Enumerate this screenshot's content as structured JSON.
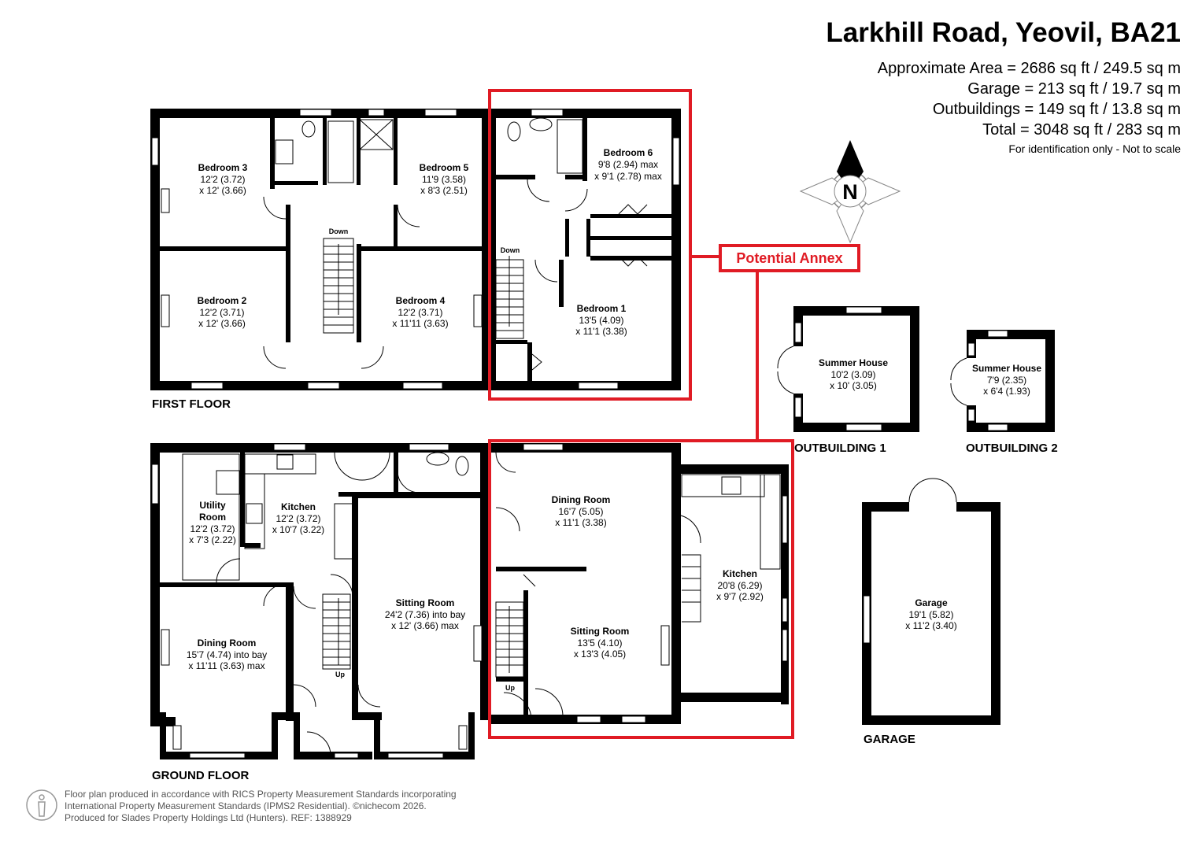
{
  "property": {
    "title": "Larkhill Road, Yeovil, BA21",
    "areas": [
      "Approximate Area = 2686 sq ft / 249.5 sq m",
      "Garage = 213 sq ft / 19.7 sq m",
      "Outbuildings = 149 sq ft / 13.8 sq m",
      "Total = 3048 sq ft / 283 sq m"
    ],
    "disclaimer": "For identification only - Not to scale"
  },
  "compass": {
    "letter": "N",
    "icon": "compass-icon"
  },
  "annex": {
    "label": "Potential Annex",
    "color": "#e01b24"
  },
  "floors": {
    "first_floor": "FIRST FLOOR",
    "ground_floor": "GROUND FLOOR",
    "outbuilding1": "OUTBUILDING 1",
    "outbuilding2": "OUTBUILDING 2",
    "garage": "GARAGE"
  },
  "rooms": {
    "bedroom3": {
      "name": "Bedroom 3",
      "dim1": "12'2 (3.72)",
      "dim2": "x 12' (3.66)"
    },
    "bedroom5": {
      "name": "Bedroom 5",
      "dim1": "11'9 (3.58)",
      "dim2": "x 8'3 (2.51)"
    },
    "bedroom2": {
      "name": "Bedroom 2",
      "dim1": "12'2 (3.71)",
      "dim2": "x 12' (3.66)"
    },
    "bedroom4": {
      "name": "Bedroom 4",
      "dim1": "12'2 (3.71)",
      "dim2": "x 11'11 (3.63)"
    },
    "bedroom6": {
      "name": "Bedroom 6",
      "dim1": "9'8 (2.94) max",
      "dim2": "x 9'1 (2.78) max"
    },
    "bedroom1": {
      "name": "Bedroom 1",
      "dim1": "13'5 (4.09)",
      "dim2": "x 11'1 (3.38)"
    },
    "summerhouse1": {
      "name": "Summer House",
      "dim1": "10'2 (3.09)",
      "dim2": "x 10' (3.05)"
    },
    "summerhouse2": {
      "name": "Summer House",
      "dim1": "7'9 (2.35)",
      "dim2": "x 6'4 (1.93)"
    },
    "utility": {
      "name1": "Utility",
      "name2": "Room",
      "dim1": "12'2 (3.72)",
      "dim2": "x 7'3 (2.22)"
    },
    "kitchen_main": {
      "name": "Kitchen",
      "dim1": "12'2 (3.72)",
      "dim2": "x 10'7 (3.22)"
    },
    "dining_main": {
      "name": "Dining Room",
      "dim1": "15'7 (4.74) into bay",
      "dim2": "x 11'11 (3.63) max"
    },
    "sitting_main": {
      "name": "Sitting Room",
      "dim1": "24'2 (7.36) into bay",
      "dim2": "x 12' (3.66) max"
    },
    "dining_annex": {
      "name": "Dining Room",
      "dim1": "16'7 (5.05)",
      "dim2": "x 11'1 (3.38)"
    },
    "sitting_annex": {
      "name": "Sitting Room",
      "dim1": "13'5 (4.10)",
      "dim2": "x 13'3 (4.05)"
    },
    "kitchen_annex": {
      "name": "Kitchen",
      "dim1": "20'8 (6.29)",
      "dim2": "x 9'7 (2.92)"
    },
    "garage": {
      "name": "Garage",
      "dim1": "19'1 (5.82)",
      "dim2": "x 11'2 (3.40)"
    }
  },
  "stairs": {
    "down": "Down",
    "up": "Up"
  },
  "footer": {
    "line1": "Floor plan produced in accordance with RICS Property Measurement Standards incorporating",
    "line2": "International Property Measurement Standards (IPMS2 Residential).  ©nichecom 2026.",
    "line3": "Produced for Slades Property Holdings Ltd (Hunters).   REF:  1388929"
  }
}
